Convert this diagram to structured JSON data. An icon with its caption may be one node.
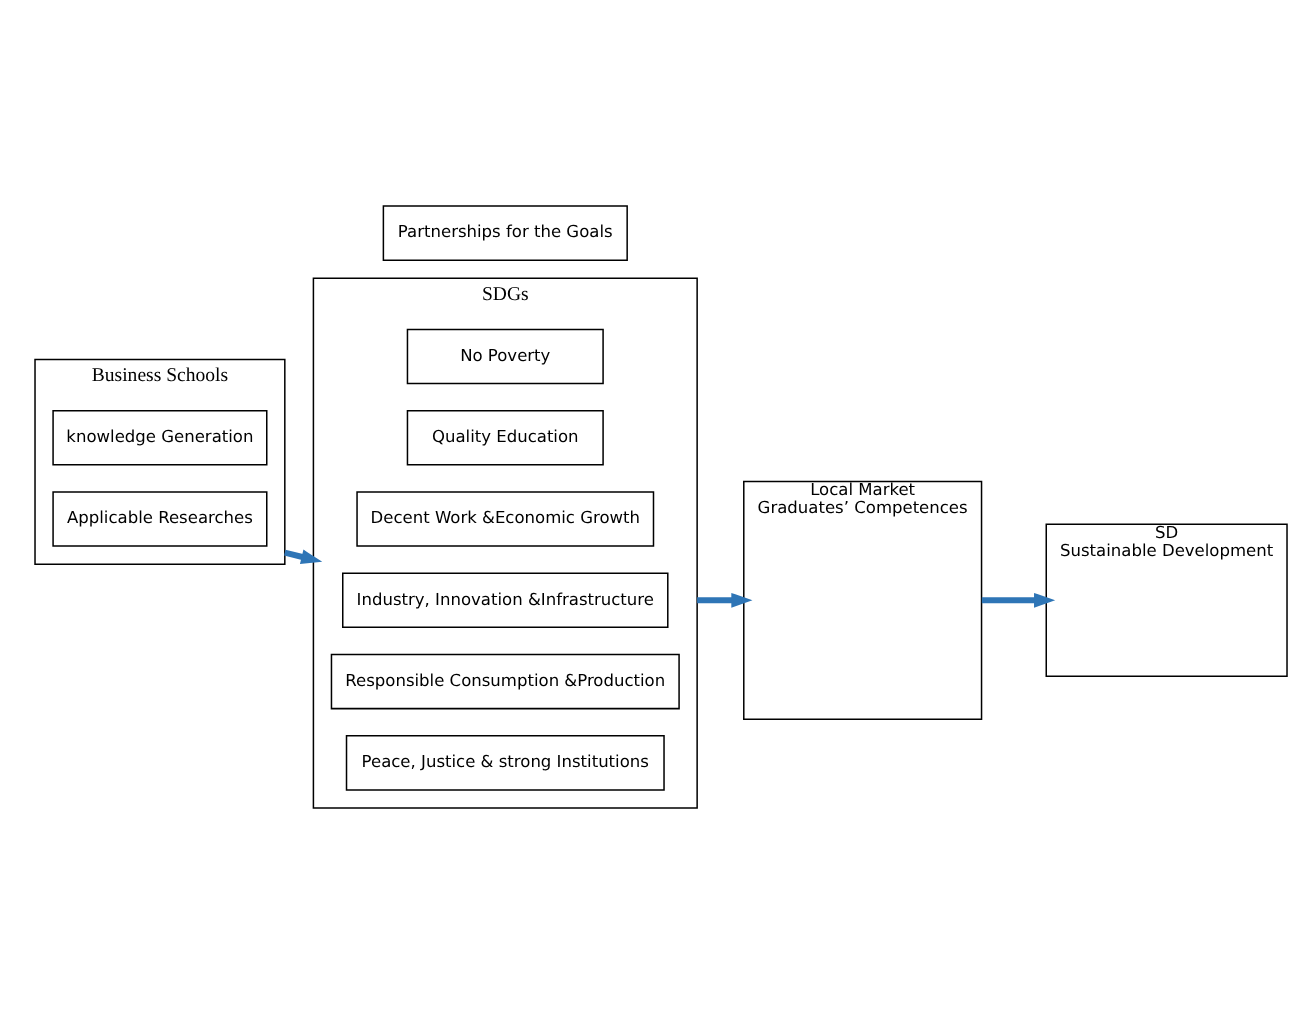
{
  "diagram": {
    "nodes": [
      {
        "text": [
          "Business Schools"
        ]
      },
      {
        "text": [
          "knowledge Generation"
        ],
        "in": 0
      },
      {
        "text": [
          "Applicable Researches"
        ],
        "in": 0
      },
      {
        "text": [
          "SDGs"
        ]
      },
      {
        "text": [
          "No Poverty"
        ],
        "in": 3
      },
      {
        "text": [
          "Quality Education"
        ],
        "in": 3
      },
      {
        "text": [
          "Decent Work &Economic Growth"
        ],
        "in": 3
      },
      {
        "text": [
          "Industry, Innovation &Infrastructure"
        ],
        "in": 3
      },
      {
        "text": [
          "Responsible Consumption &Production"
        ],
        "in": 3
      },
      {
        "text": [
          "Peace, Justice & strong Institutions"
        ],
        "in": 3
      },
      {
        "text": [
          "Partnerships for the Goals"
        ]
      },
      {
        "text": [
          "Local Market",
          "Graduates’ Competences"
        ]
      },
      {
        "text": [
          "SD",
          "Sustainable Development"
        ]
      }
    ],
    "edges": [
      {
        "from": 0,
        "to": 3,
        "arrow": "to"
      },
      {
        "from": 3,
        "to": 11,
        "arrow": "to"
      },
      {
        "from": 11,
        "to": 12,
        "arrow": "to"
      }
    ]
  }
}
